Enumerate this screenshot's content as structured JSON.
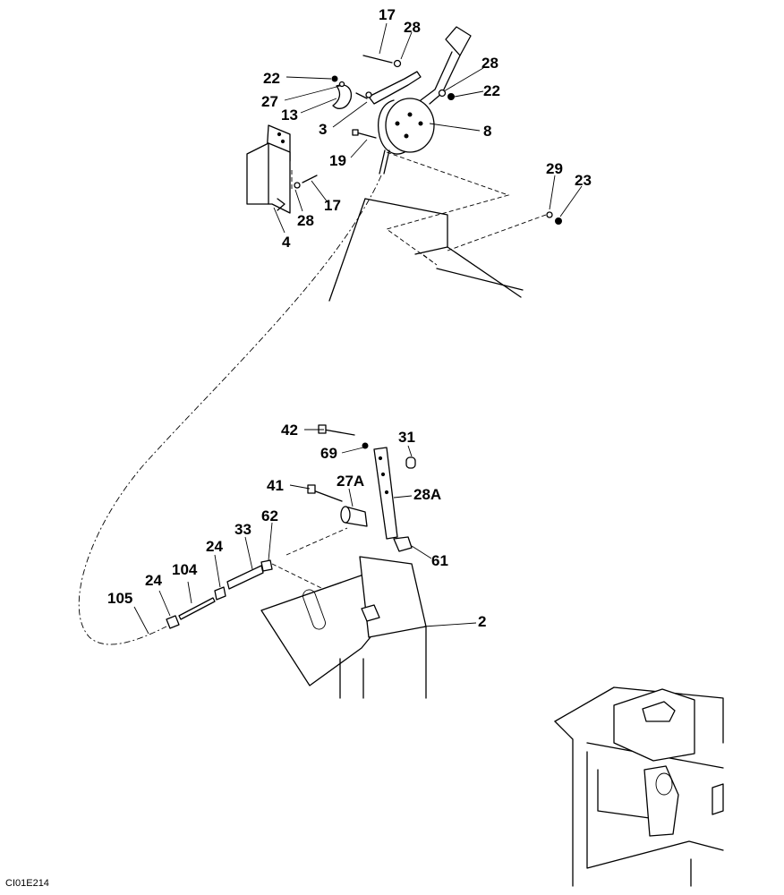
{
  "drawing_code": "CI01E214",
  "labels": [
    {
      "id": "17a",
      "text": "17"
    },
    {
      "id": "28a",
      "text": "28"
    },
    {
      "id": "28b",
      "text": "28"
    },
    {
      "id": "22a",
      "text": "22"
    },
    {
      "id": "22b",
      "text": "22"
    },
    {
      "id": "27",
      "text": "27"
    },
    {
      "id": "13",
      "text": "13"
    },
    {
      "id": "3",
      "text": "3"
    },
    {
      "id": "8",
      "text": "8"
    },
    {
      "id": "19",
      "text": "19"
    },
    {
      "id": "17b",
      "text": "17"
    },
    {
      "id": "28c",
      "text": "28"
    },
    {
      "id": "4",
      "text": "4"
    },
    {
      "id": "29",
      "text": "29"
    },
    {
      "id": "23",
      "text": "23"
    },
    {
      "id": "42",
      "text": "42"
    },
    {
      "id": "69",
      "text": "69"
    },
    {
      "id": "31",
      "text": "31"
    },
    {
      "id": "41",
      "text": "41"
    },
    {
      "id": "27A",
      "text": "27A"
    },
    {
      "id": "28A",
      "text": "28A"
    },
    {
      "id": "33",
      "text": "33"
    },
    {
      "id": "62",
      "text": "62"
    },
    {
      "id": "24a",
      "text": "24"
    },
    {
      "id": "104",
      "text": "104"
    },
    {
      "id": "24b",
      "text": "24"
    },
    {
      "id": "105",
      "text": "105"
    },
    {
      "id": "61",
      "text": "61"
    },
    {
      "id": "2",
      "text": "2"
    }
  ]
}
